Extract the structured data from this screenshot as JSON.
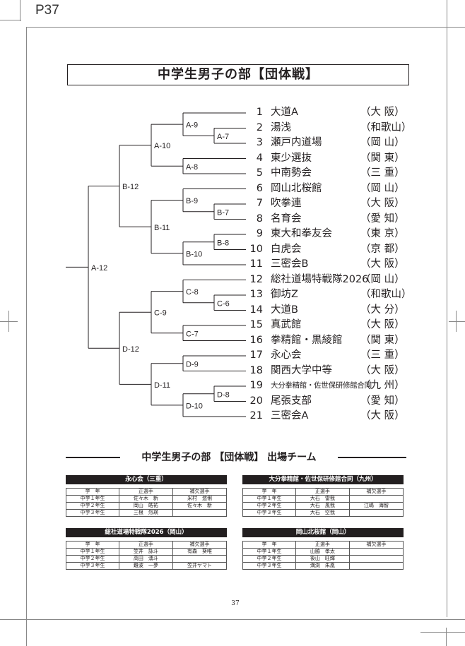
{
  "page_label": "P37",
  "title": "中学生男子の部【団体戦】",
  "entries": [
    {
      "num": "1",
      "name": "大道A",
      "pref": "（大 阪）"
    },
    {
      "num": "2",
      "name": "湯浅",
      "pref": "（和歌山）"
    },
    {
      "num": "3",
      "name": "瀬戸内道場",
      "pref": "（岡 山）"
    },
    {
      "num": "4",
      "name": "東少選抜",
      "pref": "（関 東）"
    },
    {
      "num": "5",
      "name": "中南勢会",
      "pref": "（三 重）"
    },
    {
      "num": "6",
      "name": "岡山北桜館",
      "pref": "（岡 山）"
    },
    {
      "num": "7",
      "name": "吹拳連",
      "pref": "（大 阪）"
    },
    {
      "num": "8",
      "name": "名育会",
      "pref": "（愛 知）"
    },
    {
      "num": "9",
      "name": "東大和拳友会",
      "pref": "（東 京）"
    },
    {
      "num": "10",
      "name": "白虎会",
      "pref": "（京 都）"
    },
    {
      "num": "11",
      "name": "三密会B",
      "pref": "（大 阪）"
    },
    {
      "num": "12",
      "name": "総社道場特戦隊2026",
      "pref": "（岡 山）"
    },
    {
      "num": "13",
      "name": "御坊Z",
      "pref": "（和歌山）"
    },
    {
      "num": "14",
      "name": "大道B",
      "pref": "（大 分）"
    },
    {
      "num": "15",
      "name": "真武館",
      "pref": "（大 阪）"
    },
    {
      "num": "16",
      "name": "拳精館・黒綾館",
      "pref": "（関 東）"
    },
    {
      "num": "17",
      "name": "永心会",
      "pref": "（三 重）"
    },
    {
      "num": "18",
      "name": "関西大学中等",
      "pref": "（大 阪）"
    },
    {
      "num": "19",
      "name": "大分拳精館・佐世保研修館合同",
      "pref": "（九 州）"
    },
    {
      "num": "20",
      "name": "尾張支部",
      "pref": "（愛 知）"
    },
    {
      "num": "21",
      "name": "三密会A",
      "pref": "（大 阪）"
    }
  ],
  "bracket": {
    "name": "A-12",
    "children": [
      {
        "name": "B-12",
        "children": [
          {
            "name": "A-10",
            "children": [
              {
                "name": "A-9",
                "children": [
                  1,
                  {
                    "name": "A-7",
                    "children": [
                      2,
                      3
                    ]
                  }
                ]
              },
              {
                "name": "A-8",
                "children": [
                  4,
                  5
                ]
              }
            ]
          },
          {
            "name": "B-11",
            "children": [
              {
                "name": "B-9",
                "children": [
                  6,
                  {
                    "name": "B-7",
                    "children": [
                      7,
                      8
                    ]
                  }
                ]
              },
              {
                "name": "B-10",
                "children": [
                  {
                    "name": "B-8",
                    "children": [
                      9,
                      10
                    ]
                  },
                  11
                ]
              }
            ]
          }
        ]
      },
      {
        "name": "D-12",
        "children": [
          {
            "name": "C-9",
            "children": [
              {
                "name": "C-8",
                "children": [
                  12,
                  {
                    "name": "C-6",
                    "children": [
                      13,
                      14
                    ]
                  }
                ]
              },
              {
                "name": "C-7",
                "children": [
                  15,
                  16
                ]
              }
            ]
          },
          {
            "name": "D-11",
            "children": [
              {
                "name": "D-9",
                "children": [
                  17,
                  18
                ]
              },
              {
                "name": "D-10",
                "children": [
                  {
                    "name": "D-8",
                    "children": [
                      19,
                      20
                    ]
                  },
                  21
                ]
              }
            ]
          }
        ]
      }
    ]
  },
  "subtitle": "中学生男子の部 【団体戦】 出場チーム",
  "rosters": [
    {
      "team": "永心会（三重）",
      "headers": [
        "学　年",
        "正選手",
        "補欠選手"
      ],
      "rows": [
        [
          "中学１年生",
          "佐々木　新",
          "米村　悠悧"
        ],
        [
          "中学２年生",
          "岡山　皓祐",
          "佐々木　新"
        ],
        [
          "中学３年生",
          "三根　烈瑛",
          ""
        ]
      ]
    },
    {
      "team": "大分拳精館・佐世保研修館合同（九州）",
      "headers": [
        "学　年",
        "正選手",
        "補欠選手"
      ],
      "rows": [
        [
          "中学１年生",
          "大石　雷我",
          ""
        ],
        [
          "中学２年生",
          "大石　風我",
          "江嶋　海智"
        ],
        [
          "中学３年生",
          "大石　空我",
          ""
        ]
      ]
    },
    {
      "team": "総社道場特戦隊2026（岡山）",
      "headers": [
        "学　年",
        "正選手",
        "補欠選手"
      ],
      "rows": [
        [
          "中学１年生",
          "笠井　詠斗",
          "有森　葵唯"
        ],
        [
          "中学２年生",
          "高田　湧斗",
          ""
        ],
        [
          "中学３年生",
          "難波　一夢",
          "笠井ヤマト"
        ]
      ]
    },
    {
      "team": "岡山北桜館（岡山）",
      "headers": [
        "学　年",
        "正選手",
        "補欠選手"
      ],
      "rows": [
        [
          "中学１年生",
          "山脇　孝太",
          ""
        ],
        [
          "中学２年生",
          "後山　旺輝",
          ""
        ],
        [
          "中学３年生",
          "満渕　朱凰",
          ""
        ]
      ]
    }
  ],
  "page_number": "37"
}
